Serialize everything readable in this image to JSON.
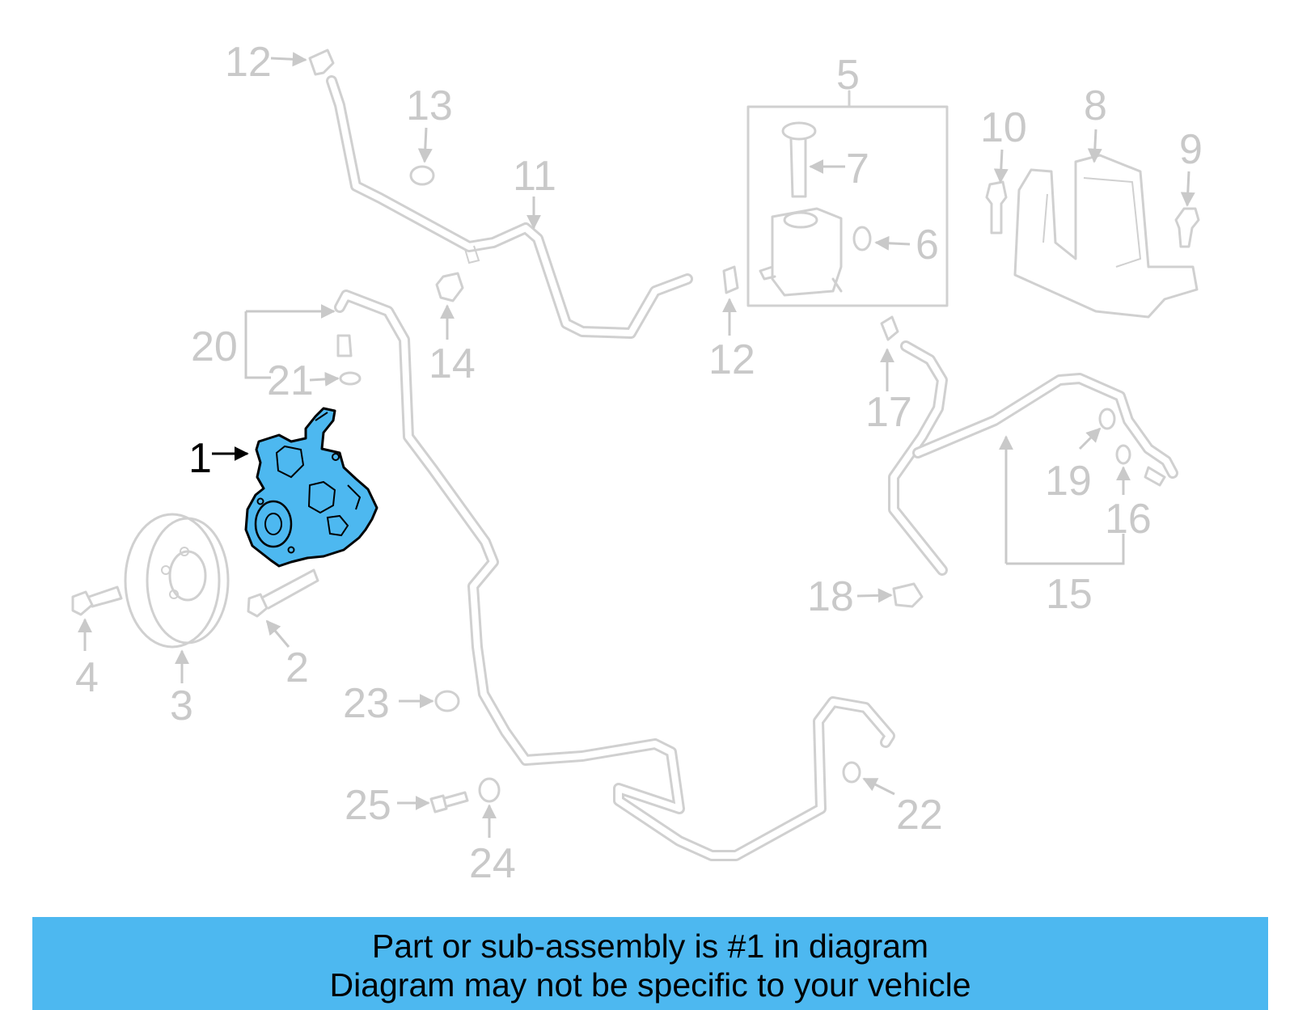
{
  "diagram": {
    "highlight_color": "#4db8f0",
    "callouts": [
      {
        "id": "1",
        "label": "1"
      },
      {
        "id": "2",
        "label": "2"
      },
      {
        "id": "3",
        "label": "3"
      },
      {
        "id": "4",
        "label": "4"
      },
      {
        "id": "5",
        "label": "5"
      },
      {
        "id": "6",
        "label": "6"
      },
      {
        "id": "7",
        "label": "7"
      },
      {
        "id": "8",
        "label": "8"
      },
      {
        "id": "9",
        "label": "9"
      },
      {
        "id": "10",
        "label": "10"
      },
      {
        "id": "11",
        "label": "11"
      },
      {
        "id": "12a",
        "label": "12"
      },
      {
        "id": "12b",
        "label": "12"
      },
      {
        "id": "13",
        "label": "13"
      },
      {
        "id": "14",
        "label": "14"
      },
      {
        "id": "15",
        "label": "15"
      },
      {
        "id": "16",
        "label": "16"
      },
      {
        "id": "17",
        "label": "17"
      },
      {
        "id": "18",
        "label": "18"
      },
      {
        "id": "19",
        "label": "19"
      },
      {
        "id": "20",
        "label": "20"
      },
      {
        "id": "21",
        "label": "21"
      },
      {
        "id": "22",
        "label": "22"
      },
      {
        "id": "23",
        "label": "23"
      },
      {
        "id": "24",
        "label": "24"
      },
      {
        "id": "25",
        "label": "25"
      }
    ]
  },
  "banner": {
    "line1": "Part or sub-assembly is #1 in diagram",
    "line2": "Diagram may not be specific to your vehicle"
  }
}
